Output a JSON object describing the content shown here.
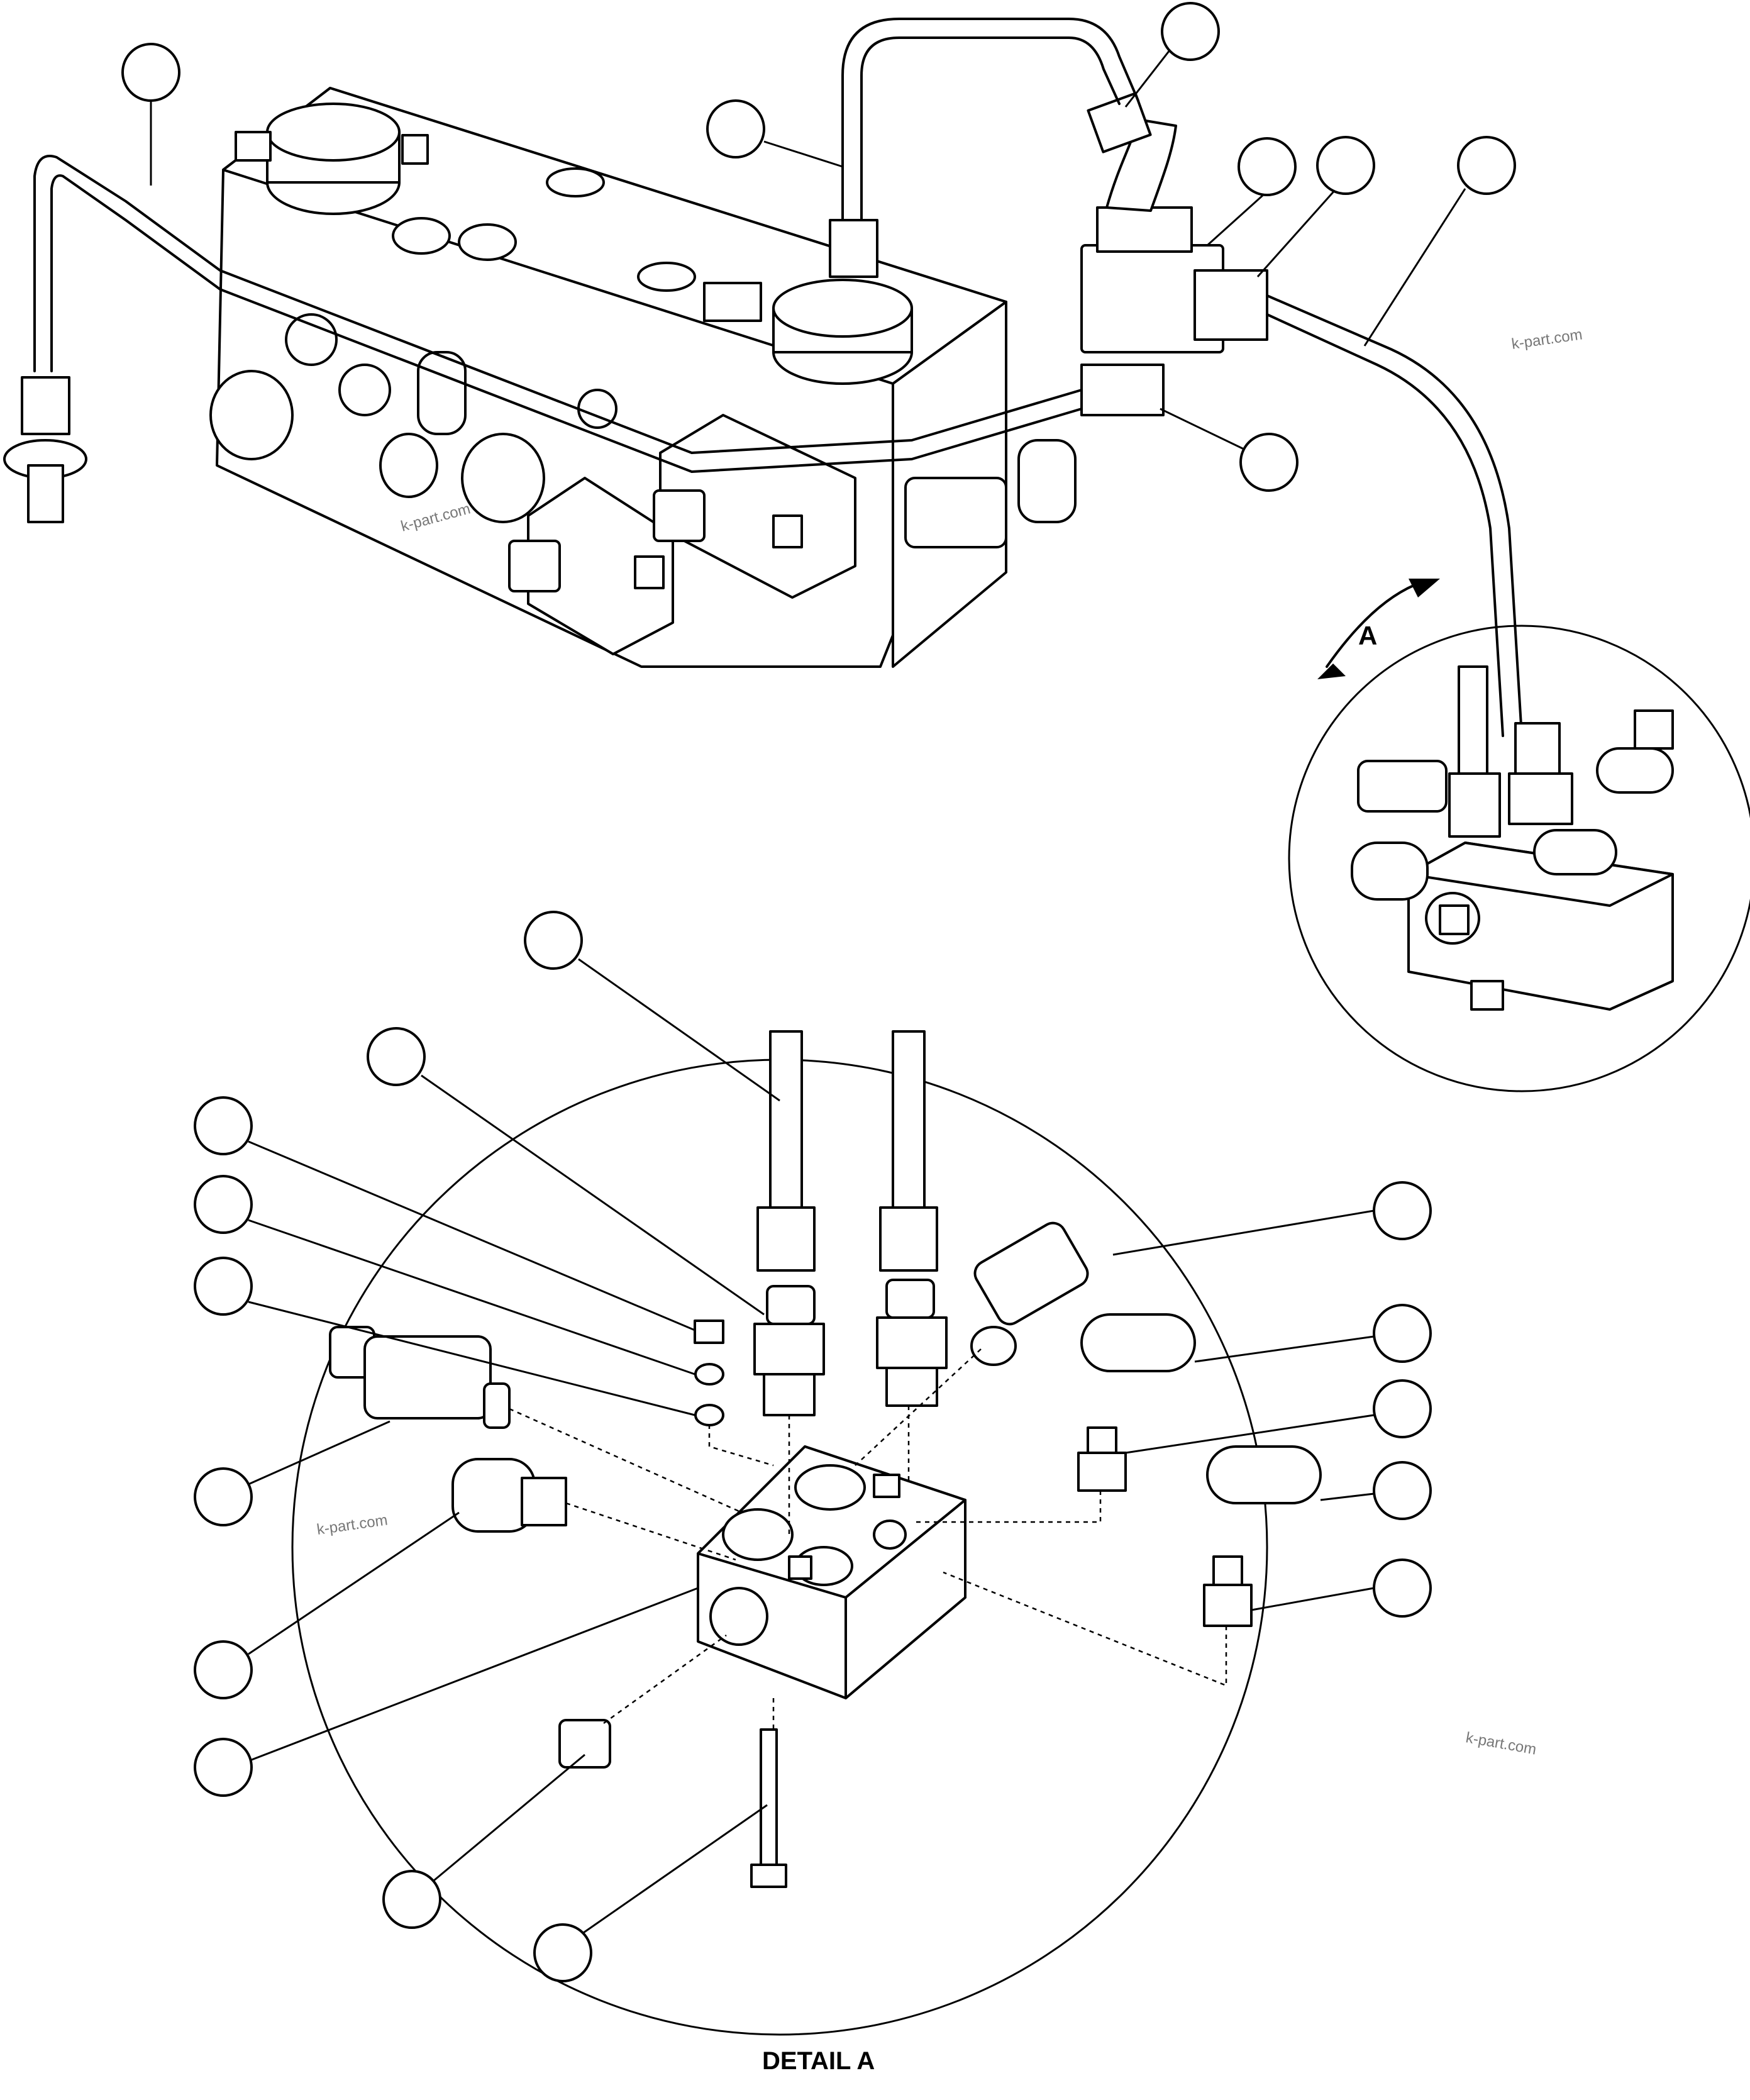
{
  "watermark": "k-part.com",
  "view_label": "A",
  "detail_title": "DETAIL A"
}
